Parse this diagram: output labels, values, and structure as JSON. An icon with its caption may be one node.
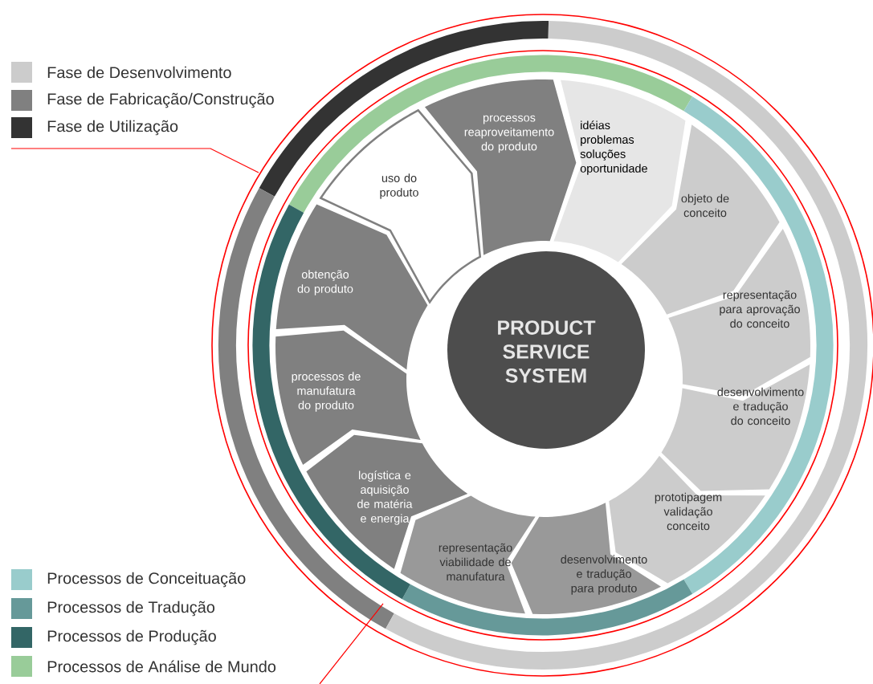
{
  "diagram": {
    "nodes": [
      {
        "text": [
          "PRODUCT SERVICE SYSTEM"
        ]
      },
      {
        "text": [
          "idéias problemas soluções oportunidade"
        ]
      },
      {
        "text": [
          "objeto de conceito"
        ]
      },
      {
        "text": [
          "representação para aprovação do conceito"
        ]
      },
      {
        "text": [
          "desenvolvimento e tradução do conceito"
        ]
      },
      {
        "text": [
          "prototipagem validação conceito"
        ]
      },
      {
        "text": [
          "desenvolvimento e tradução para produto"
        ]
      },
      {
        "text": [
          "representação viabilidade de manufatura"
        ]
      },
      {
        "text": [
          "logística e aquisição de matéria e energia"
        ]
      },
      {
        "text": [
          "processos de manufatura do produto"
        ]
      },
      {
        "text": [
          "obtenção do produto"
        ]
      },
      {
        "text": [
          "uso do produto"
        ]
      },
      {
        "text": [
          "processos reaproveitamento do produto"
        ]
      }
    ],
    "legend": [
      {
        "text": "Fase de Desenvolvimento",
        "color": "#cccccc"
      },
      {
        "text": "Fase de Fabricação/Construção",
        "color": "#808080"
      },
      {
        "text": "Fase de Utilização",
        "color": "#333333"
      },
      {
        "text": "Processos de Conceituação",
        "color": "#99cccc"
      },
      {
        "text": "Processos de Tradução",
        "color": "#669999"
      },
      {
        "text": "Processos de Produção",
        "color": "#336666"
      },
      {
        "text": "Processos de Análise de Mundo",
        "color": "#99cc99"
      }
    ]
  }
}
